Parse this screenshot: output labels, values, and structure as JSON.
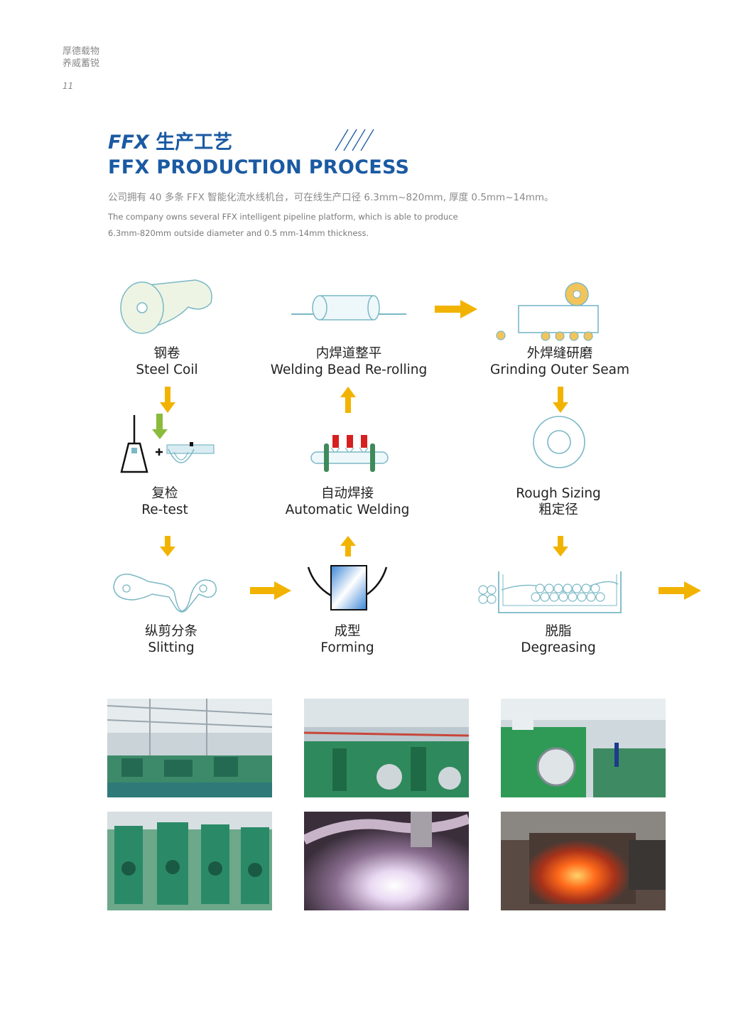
{
  "header": {
    "brand_line1": "厚德载物",
    "brand_line2": "养威蓄锐",
    "page_number": "11"
  },
  "title": {
    "cn_prefix": "FFX",
    "cn_rest": " 生产工艺",
    "en": "FFX PRODUCTION PROCESS"
  },
  "intro": {
    "cn": "公司拥有 40 多条 FFX 智能化流水线机台，可在线生产口径 6.3mm~820mm, 厚度 0.5mm~14mm。",
    "en_line1": "The company owns several FFX intelligent pipeline platform, which is able to produce",
    "en_line2": "6.3mm-820mm outside diameter and 0.5 mm-14mm thickness."
  },
  "steps": {
    "steel_coil": {
      "cn": "钢卷",
      "en": "Steel Coil"
    },
    "rerolling": {
      "cn": "内焊道整平",
      "en": "Welding Bead Re-rolling"
    },
    "grinding": {
      "cn": "外焊缝研磨",
      "en": "Grinding Outer Seam"
    },
    "retest": {
      "cn": "复检",
      "en": "Re-test"
    },
    "welding": {
      "cn": "自动焊接",
      "en": "Automatic Welding"
    },
    "sizing": {
      "en": "Rough Sizing",
      "cn": "粗定径"
    },
    "slitting": {
      "cn": "纵剪分条",
      "en": "Slitting"
    },
    "forming": {
      "cn": "成型",
      "en": "Forming"
    },
    "degreasing": {
      "cn": "脱脂",
      "en": "Degreasing"
    }
  },
  "colors": {
    "title_blue": "#1b5aa3",
    "arrow_yellow": "#f2b300",
    "line_teal": "#7ab8c6",
    "machine_green": "#2f8a5c"
  }
}
